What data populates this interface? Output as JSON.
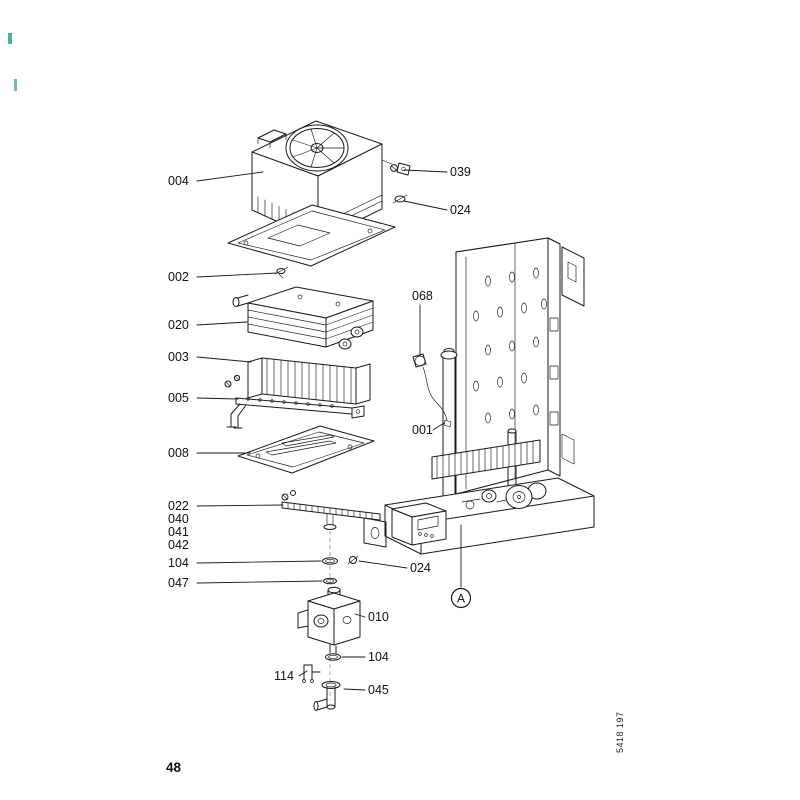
{
  "page": {
    "number": "48",
    "doc_code": "5418 197",
    "background_color": "#ffffff",
    "line_color": "#1a1a1a",
    "scan_artifact_color": "#2fa39a"
  },
  "diagram": {
    "type": "exploded-parts-diagram",
    "view_marker": "A",
    "callouts": [
      {
        "label": "004"
      },
      {
        "label": "039"
      },
      {
        "label": "024"
      },
      {
        "label": "002"
      },
      {
        "label": "068"
      },
      {
        "label": "020"
      },
      {
        "label": "003"
      },
      {
        "label": "005"
      },
      {
        "label": "001"
      },
      {
        "label": "008"
      },
      {
        "label": "022"
      },
      {
        "label": "040"
      },
      {
        "label": "041"
      },
      {
        "label": "042"
      },
      {
        "label": "104"
      },
      {
        "label": "024"
      },
      {
        "label": "047"
      },
      {
        "label": "010"
      },
      {
        "label": "104"
      },
      {
        "label": "114"
      },
      {
        "label": "045"
      }
    ]
  }
}
